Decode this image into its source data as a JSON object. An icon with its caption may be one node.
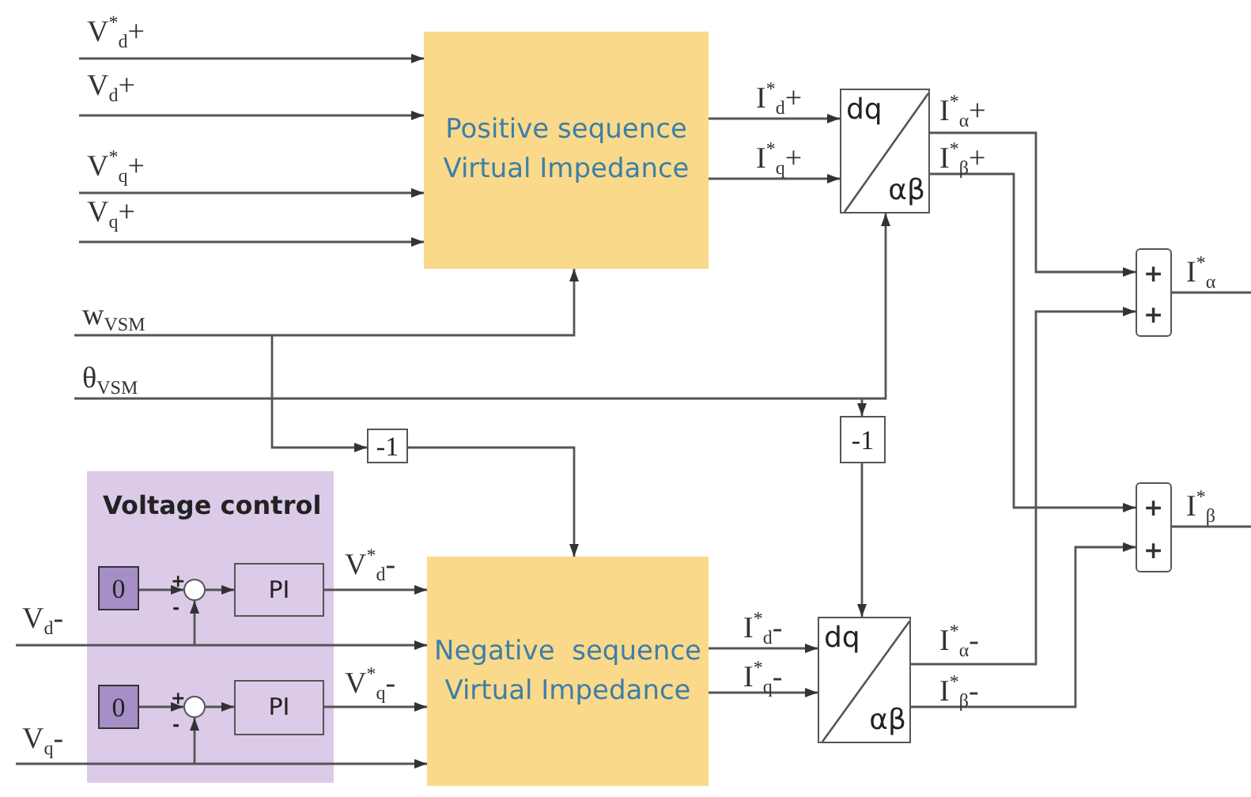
{
  "diagram": {
    "nodes": [
      {
        "text": [
          "Positive sequence Virtual Impedance"
        ]
      },
      {
        "text": [
          "dq",
          "αβ"
        ]
      },
      {
        "text": [
          "+",
          "+"
        ]
      },
      {
        "text": [
          "+",
          "+"
        ]
      },
      {
        "text": [
          "-1"
        ]
      },
      {
        "text": [
          "-1"
        ]
      },
      {
        "text": [
          "Voltage control"
        ]
      },
      {
        "text": [
          "0"
        ],
        "in": 6
      },
      {
        "text": [],
        "shape": "circle",
        "in": 6,
        "beside": [
          "+",
          "-"
        ]
      },
      {
        "text": [
          "PI"
        ],
        "in": 6
      },
      {
        "text": [
          "0"
        ],
        "in": 6
      },
      {
        "text": [],
        "shape": "circle",
        "in": 6,
        "beside": [
          "+",
          "-"
        ]
      },
      {
        "text": [
          "PI"
        ],
        "in": 6
      },
      {
        "text": [
          "Negative  sequence Virtual Impedance"
        ]
      },
      {
        "text": [
          "dq",
          "αβ"
        ]
      }
    ],
    "edges": [
      {
        "from": null,
        "to": 0,
        "arrow": "to",
        "label": "V$^{*}$$_{d}$+"
      },
      {
        "from": null,
        "to": 0,
        "arrow": "to",
        "label": "V$_{d}$+"
      },
      {
        "from": null,
        "to": 0,
        "arrow": "to",
        "label": "V$^{*}$$_{q}$+"
      },
      {
        "from": null,
        "to": 0,
        "arrow": "to",
        "label": "V$_{q}$+"
      },
      {
        "from": null,
        "to": 0,
        "arrow": "to",
        "label": "w$_{VSM}$"
      },
      {
        "from": null,
        "to": 4,
        "arrow": "to"
      },
      {
        "from": null,
        "to": 1,
        "arrow": "to",
        "label": "θ$_{VSM}$"
      },
      {
        "from": null,
        "to": 5,
        "arrow": "to"
      },
      {
        "from": 4,
        "to": 13,
        "arrow": "to"
      },
      {
        "from": 5,
        "to": 14,
        "arrow": "to"
      },
      {
        "from": 0,
        "to": 1,
        "arrow": "to",
        "label": "I$^{*}$$_{d}$+"
      },
      {
        "from": 0,
        "to": 1,
        "arrow": "to",
        "label": "I$^{*}$$_{q}$+"
      },
      {
        "from": 1,
        "to": 2,
        "arrow": "to",
        "label": "I$^{*}$$_{α}$+"
      },
      {
        "from": 1,
        "to": 3,
        "arrow": "to",
        "label": "I$^{*}$$_{β}$+"
      },
      {
        "from": 14,
        "to": 2,
        "arrow": "to",
        "label": "I$^{*}$$_{α}$-"
      },
      {
        "from": 14,
        "to": 3,
        "arrow": "to",
        "label": "I$^{*}$$_{β}$-"
      },
      {
        "from": 2,
        "to": null,
        "arrow": "none",
        "label": "I$^{*}$$_{α}$"
      },
      {
        "from": 3,
        "to": null,
        "arrow": "none",
        "label": "I$^{*}$$_{β}$"
      },
      {
        "from": 7,
        "to": 8,
        "arrow": "to"
      },
      {
        "from": 8,
        "to": 9,
        "arrow": "to"
      },
      {
        "from": 9,
        "to": 13,
        "arrow": "to",
        "label": "V$^{*}$$_{d}$-"
      },
      {
        "from": null,
        "to": 13,
        "arrow": "to",
        "label": "V$_{d}$-"
      },
      {
        "from": null,
        "to": 8,
        "arrow": "to"
      },
      {
        "from": 10,
        "to": 11,
        "arrow": "to"
      },
      {
        "from": 11,
        "to": 12,
        "arrow": "to"
      },
      {
        "from": 12,
        "to": 13,
        "arrow": "to",
        "label": "V$^{*}$$_{q}$-"
      },
      {
        "from": null,
        "to": 13,
        "arrow": "to",
        "label": "V$_{q}$-"
      },
      {
        "from": null,
        "to": 11,
        "arrow": "to"
      },
      {
        "from": 13,
        "to": 14,
        "arrow": "to",
        "label": "I$^{*}$$_{d}$-"
      },
      {
        "from": 13,
        "to": 14,
        "arrow": "to",
        "label": "I$^{*}$$_{q}$-"
      }
    ]
  }
}
